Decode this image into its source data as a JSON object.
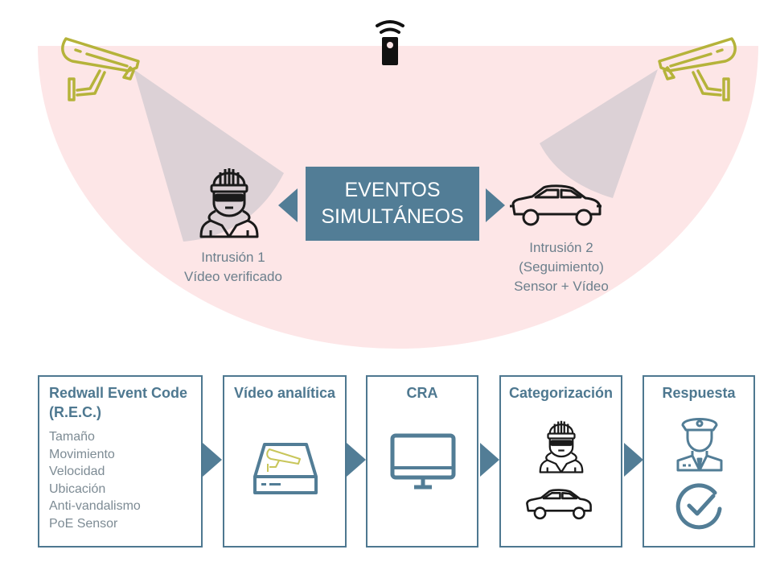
{
  "colors": {
    "zone_fill": "#fde6e7",
    "beam_fill": "#dcd1d6",
    "camera_stroke": "#b5b33a",
    "accent": "#527d96",
    "border": "#4e7890",
    "caption_text": "#6b7f8c",
    "list_text": "#7d8b94",
    "icon_dark": "#1a1a1a"
  },
  "top_diagram": {
    "center_box": {
      "line1": "EVENTOS",
      "line2": "SIMULTÁNEOS"
    },
    "left_event": {
      "line1": "Intrusión 1",
      "line2": "Vídeo verificado",
      "icon": "burglar-icon"
    },
    "right_event": {
      "line1": "Intrusión 2",
      "line2": "(Seguimiento)",
      "line3": "Sensor + Vídeo",
      "icon": "car-icon"
    },
    "left_camera": "security-camera-icon",
    "right_camera": "security-camera-icon",
    "sensor": "wireless-sensor-icon"
  },
  "flow": {
    "steps": [
      {
        "title_line1": "Redwall Event Code",
        "title_line2": "(R.E.C.)",
        "items": [
          "Tamaño",
          "Movimiento",
          "Velocidad",
          "Ubicación",
          "Anti-vandalismo",
          "PoE Sensor"
        ]
      },
      {
        "title": "Vídeo analítica",
        "icon": "video-recorder-camera-icon"
      },
      {
        "title": "CRA",
        "icon": "monitor-icon"
      },
      {
        "title": "Categorización",
        "icons": [
          "burglar-icon",
          "car-icon"
        ]
      },
      {
        "title": "Respuesta",
        "icons": [
          "police-officer-icon",
          "check-circle-icon"
        ]
      }
    ]
  }
}
